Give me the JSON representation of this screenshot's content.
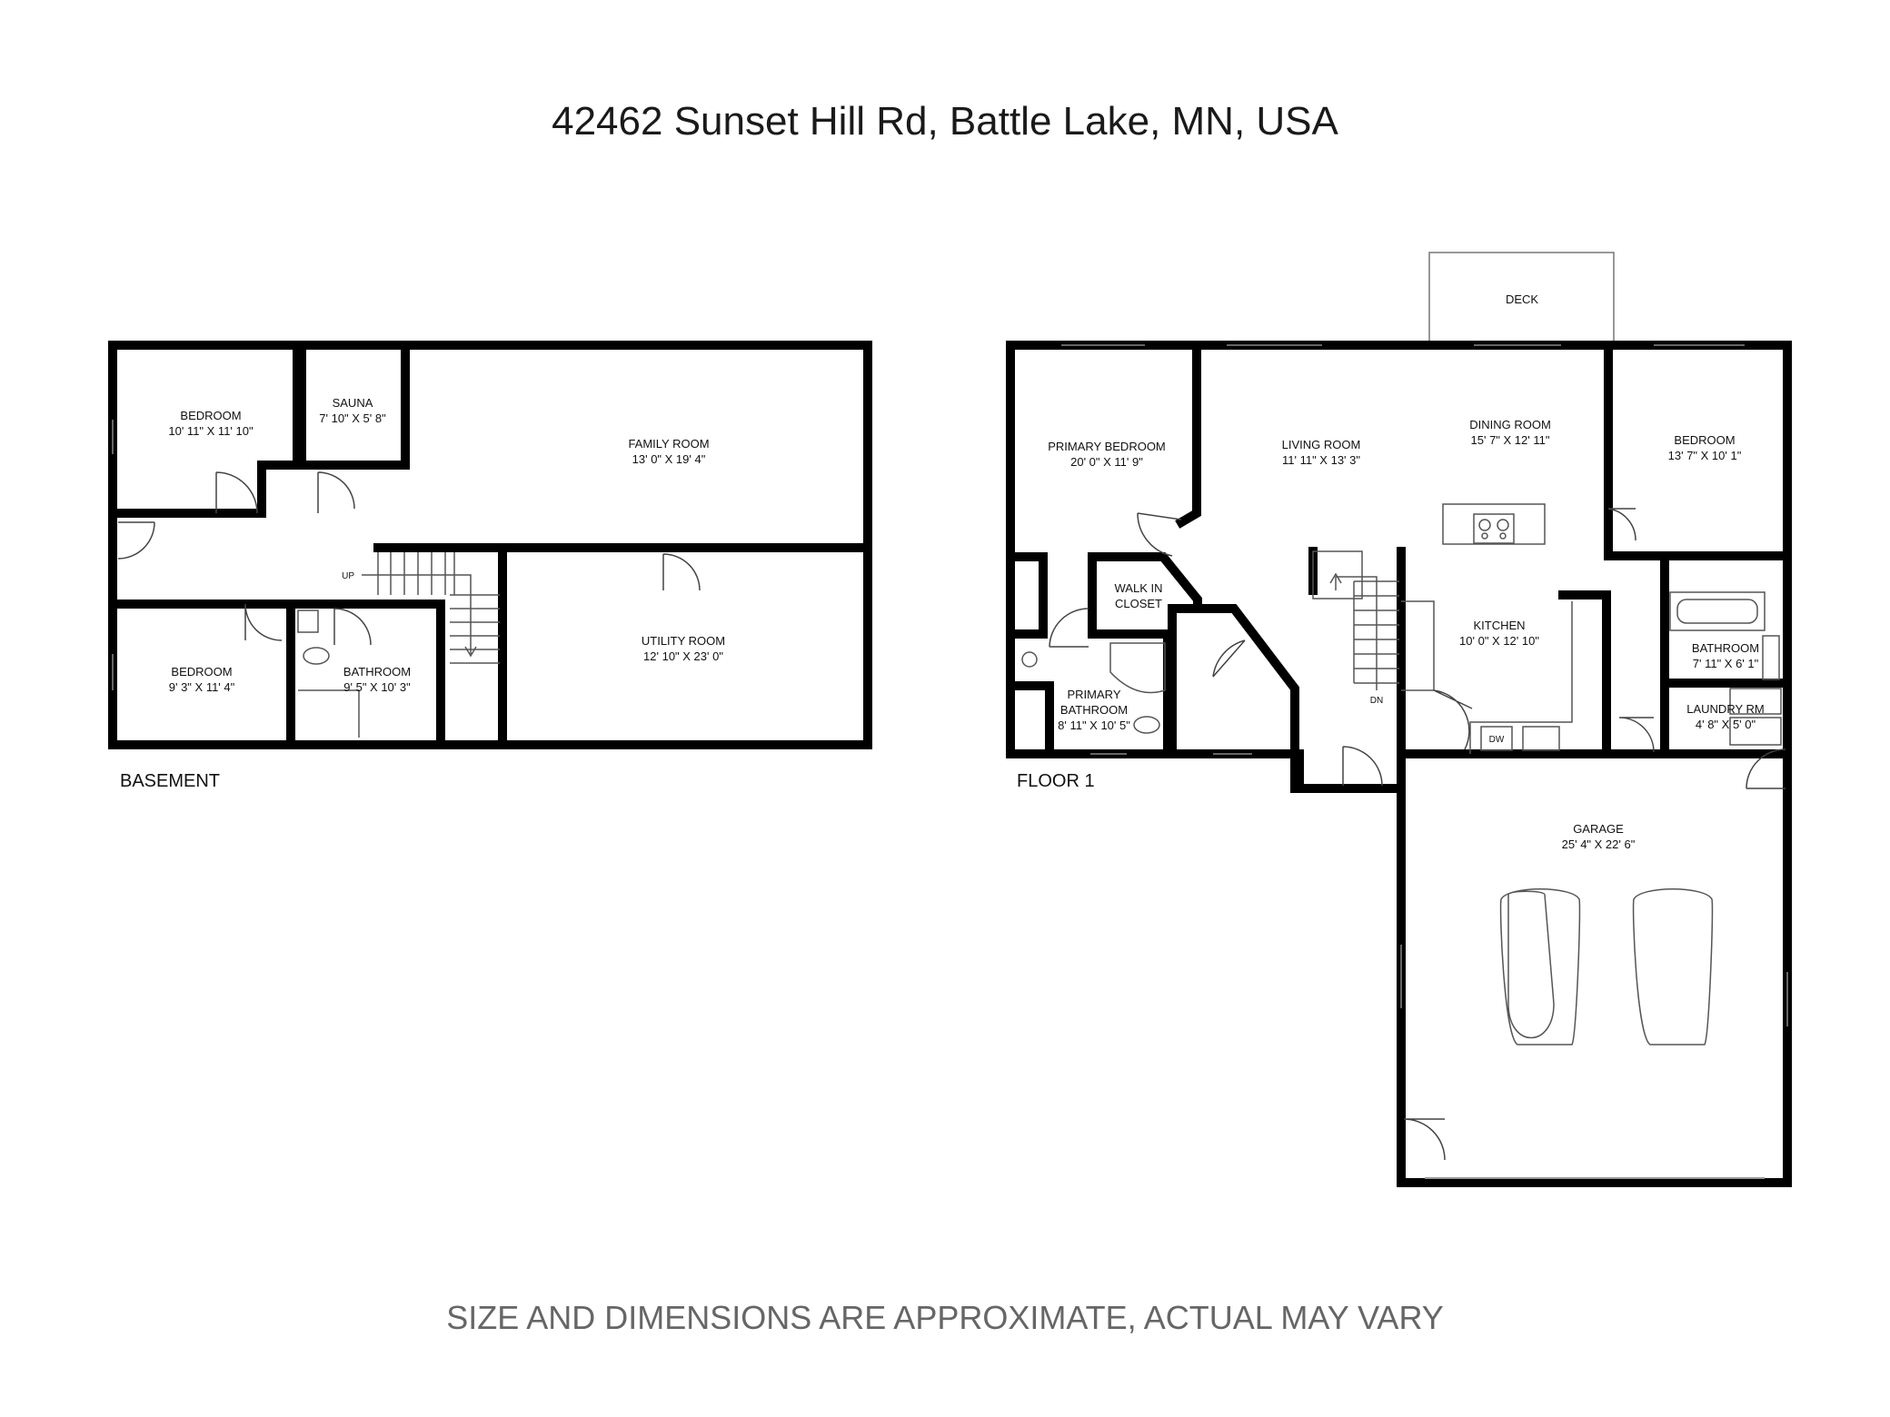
{
  "title": "42462 Sunset Hill Rd, Battle Lake, MN, USA",
  "footer": "SIZE AND DIMENSIONS ARE APPROXIMATE, ACTUAL MAY VARY",
  "basement": {
    "label": "BASEMENT",
    "stair_label": "UP",
    "rooms": [
      {
        "name": "BEDROOM",
        "dims": "10' 11\" X 11' 10\""
      },
      {
        "name": "SAUNA",
        "dims": "7' 10\" X 5' 8\""
      },
      {
        "name": "FAMILY ROOM",
        "dims": "13' 0\" X 19' 4\""
      },
      {
        "name": "BEDROOM",
        "dims": "9' 3\" X 11' 4\""
      },
      {
        "name": "BATHROOM",
        "dims": "9' 5\" X 10' 3\""
      },
      {
        "name": "UTILITY ROOM",
        "dims": "12' 10\" X 23' 0\""
      }
    ]
  },
  "floor1": {
    "label": "FLOOR 1",
    "stair_label": "DN",
    "dw_label": "DW",
    "deck": "DECK",
    "rooms": [
      {
        "name": "PRIMARY BEDROOM",
        "dims": "20' 0\" X 11' 9\""
      },
      {
        "name": "LIVING ROOM",
        "dims": "11' 11\" X 13' 3\""
      },
      {
        "name": "DINING ROOM",
        "dims": "15' 7\" X  12' 11\""
      },
      {
        "name": "BEDROOM",
        "dims": "13' 7\" X 10' 1\""
      },
      {
        "name": "WALK IN",
        "dims": "CLOSET"
      },
      {
        "name": "PRIMARY",
        "dims": "BATHROOM"
      },
      {
        "name": "KITCHEN",
        "dims": "10' 0\" X 12' 10\""
      },
      {
        "name": "BATHROOM",
        "dims": "7' 11\" X 6' 1\""
      },
      {
        "name": "LAUNDRY RM",
        "dims": "4' 8\" X 5' 0\""
      },
      {
        "name": "GARAGE",
        "dims": "25' 4\" X 22' 6\""
      }
    ],
    "primary_bath_dims": "8' 11\" X 10' 5\""
  }
}
